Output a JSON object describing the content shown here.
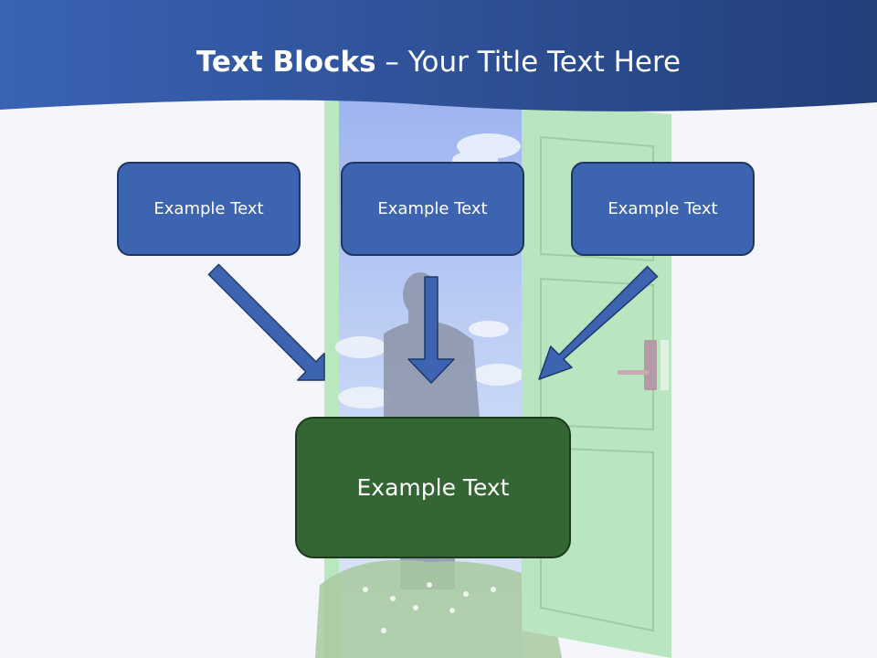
{
  "slide": {
    "title_bold": "Text Blocks",
    "title_rest": " – Your Title Text Here"
  },
  "blocks": [
    {
      "label": "Example Text"
    },
    {
      "label": "Example Text"
    },
    {
      "label": "Example Text"
    }
  ],
  "target": {
    "label": "Example Text"
  },
  "colors": {
    "header": "#2f56a3",
    "block_fill": "#3d64b1",
    "target_fill": "#346633",
    "arrow_fill": "#3d64b1",
    "door": "#a8e0b0"
  }
}
